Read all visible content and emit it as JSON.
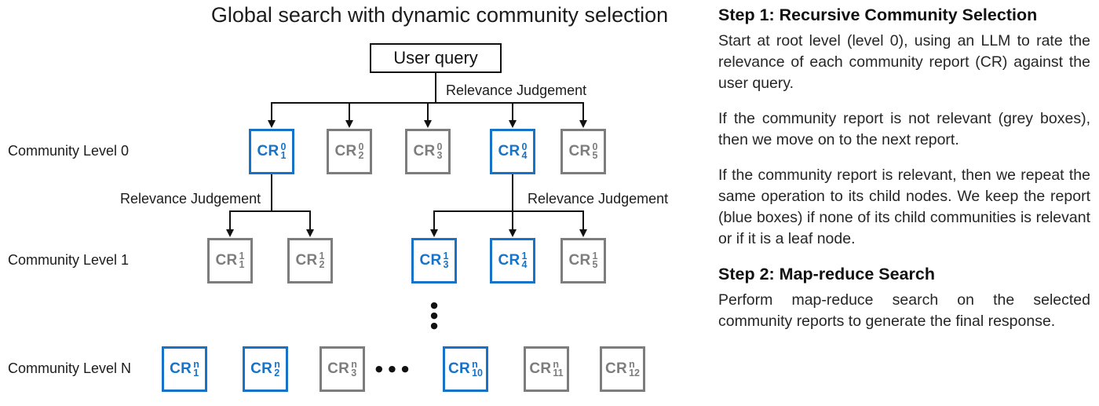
{
  "title": "Global search with dynamic community selection",
  "colors": {
    "relevant_blue": "#1673c8",
    "irrelevant_grey": "#7d7d7d",
    "line_black": "#111111"
  },
  "diagram": {
    "root": {
      "label": "User query"
    },
    "edge_labels": {
      "root": "Relevance Judgement",
      "level0_left": "Relevance Judgement",
      "level0_right": "Relevance Judgement"
    },
    "icons": {
      "vertical_ellipsis": "●\n●\n●",
      "horizontal_ellipsis": "●●●"
    },
    "levels": [
      {
        "label": "Community Level 0",
        "nodes": [
          {
            "base": "CR",
            "sup": "0",
            "sub": "1",
            "state": "blue"
          },
          {
            "base": "CR",
            "sup": "0",
            "sub": "2",
            "state": "grey"
          },
          {
            "base": "CR",
            "sup": "0",
            "sub": "3",
            "state": "grey"
          },
          {
            "base": "CR",
            "sup": "0",
            "sub": "4",
            "state": "blue"
          },
          {
            "base": "CR",
            "sup": "0",
            "sub": "5",
            "state": "grey"
          }
        ]
      },
      {
        "label": "Community Level 1",
        "nodes": [
          {
            "base": "CR",
            "sup": "1",
            "sub": "1",
            "state": "grey"
          },
          {
            "base": "CR",
            "sup": "1",
            "sub": "2",
            "state": "grey"
          },
          {
            "base": "CR",
            "sup": "1",
            "sub": "3",
            "state": "blue"
          },
          {
            "base": "CR",
            "sup": "1",
            "sub": "4",
            "state": "blue"
          },
          {
            "base": "CR",
            "sup": "1",
            "sub": "5",
            "state": "grey"
          }
        ]
      },
      {
        "label": "Community Level N",
        "nodes": [
          {
            "base": "CR",
            "sup": "n",
            "sub": "1",
            "state": "blue"
          },
          {
            "base": "CR",
            "sup": "n",
            "sub": "2",
            "state": "blue"
          },
          {
            "base": "CR",
            "sup": "n",
            "sub": "3",
            "state": "grey"
          },
          {
            "base": "CR",
            "sup": "n",
            "sub": "10",
            "state": "blue"
          },
          {
            "base": "CR",
            "sup": "n",
            "sub": "11",
            "state": "grey"
          },
          {
            "base": "CR",
            "sup": "n",
            "sub": "12",
            "state": "grey"
          }
        ]
      }
    ]
  },
  "sidebar": {
    "step1": {
      "title": "Step 1: Recursive Community Selection",
      "paragraphs": [
        "Start at root level (level 0), using an LLM to rate the relevance of each community report (CR) against the user query.",
        "If the community report is not relevant (grey boxes), then we move on to the next report.",
        "If the community report is relevant, then we repeat the same operation to its child nodes. We keep the report (blue boxes) if none of its child communities is relevant or if it is a leaf node."
      ]
    },
    "step2": {
      "title": "Step 2: Map-reduce Search",
      "paragraphs": [
        "Perform map-reduce search on the selected community reports to generate the final response."
      ]
    }
  }
}
